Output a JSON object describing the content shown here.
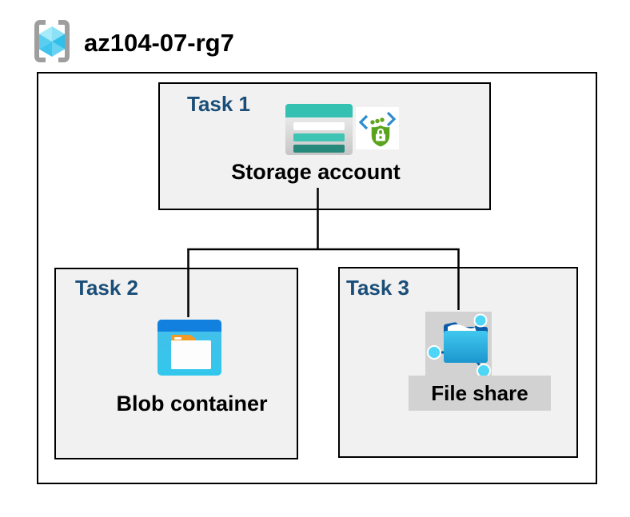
{
  "header": {
    "resource_group_name": "az104-07-rg7",
    "resource_group_icon": "resource-group-icon"
  },
  "colors": {
    "task_label_navy": "#1A4E78",
    "box_fill": "#F1F1F1",
    "plate_gray": "#D2D2D2",
    "border_black": "#000000",
    "storage_teal": "#35C1B1",
    "storage_teal_dark": "#27897C",
    "blob_bar_blue": "#1180DE",
    "blob_body_cyan": "#39C4EA",
    "file_folder_cyan": "#2FB4E2",
    "file_flap_blue": "#0B5CA8",
    "node_cyan": "#4FD6F6",
    "secure_green": "#58A41D",
    "bracket_blue": "#2D8CCD",
    "bracket_gray": "#9E9E9E"
  },
  "diagram": {
    "tasks": [
      {
        "label": "Task 1",
        "resource": "Storage account",
        "icons": [
          "storage-account-icon",
          "secure-access-icon"
        ]
      },
      {
        "label": "Task 2",
        "resource": "Blob container",
        "icons": [
          "blob-container-icon"
        ]
      },
      {
        "label": "Task 3",
        "resource": "File share",
        "icons": [
          "file-share-icon"
        ]
      }
    ],
    "connections": [
      {
        "from": "Storage account",
        "to": "Blob container"
      },
      {
        "from": "Storage account",
        "to": "File share"
      }
    ]
  }
}
